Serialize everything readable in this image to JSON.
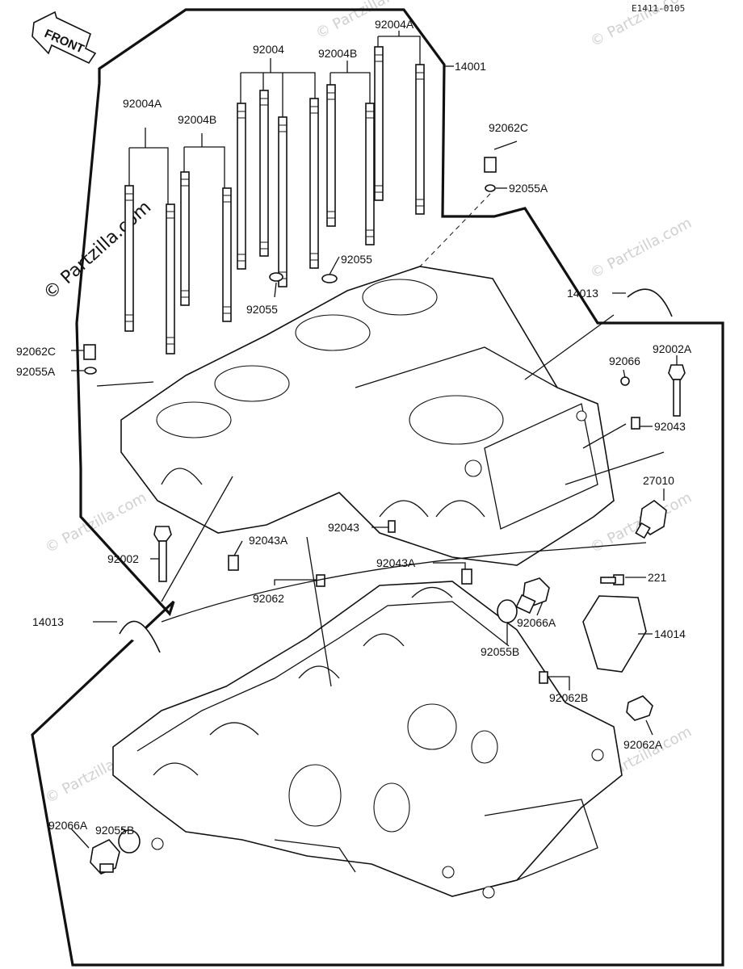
{
  "header": {
    "code": "E1411-0105"
  },
  "front_badge": {
    "text": "FRONT"
  },
  "watermark": {
    "text": "© Partzilla.com"
  },
  "labels": {
    "l_14001": "14001",
    "l_92004_top": "92004",
    "l_92004B_top": "92004B",
    "l_92004A_top": "92004A",
    "l_92004A_left": "92004A",
    "l_92004B_left": "92004B",
    "l_92062C_right": "92062C",
    "l_92055A_right": "92055A",
    "l_92055_right": "92055",
    "l_92055_mid": "92055",
    "l_92062C_left": "92062C",
    "l_92055A_left": "92055A",
    "l_14013_right": "14013",
    "l_92066": "92066",
    "l_92002A": "92002A",
    "l_92043_right": "92043",
    "l_27010": "27010",
    "l_92043_mid": "92043",
    "l_92002": "92002",
    "l_92043A_left": "92043A",
    "l_92043A_right": "92043A",
    "l_221": "221",
    "l_92062": "92062",
    "l_14013_left": "14013",
    "l_92066A_right": "92066A",
    "l_14014": "14014",
    "l_92055B_right": "92055B",
    "l_92062B": "92062B",
    "l_92062A": "92062A",
    "l_92066A_left": "92066A",
    "l_92055B_left": "92055B"
  },
  "colors": {
    "ink": "#111111",
    "paper": "#ffffff",
    "watermark": "#d0d0d0"
  }
}
